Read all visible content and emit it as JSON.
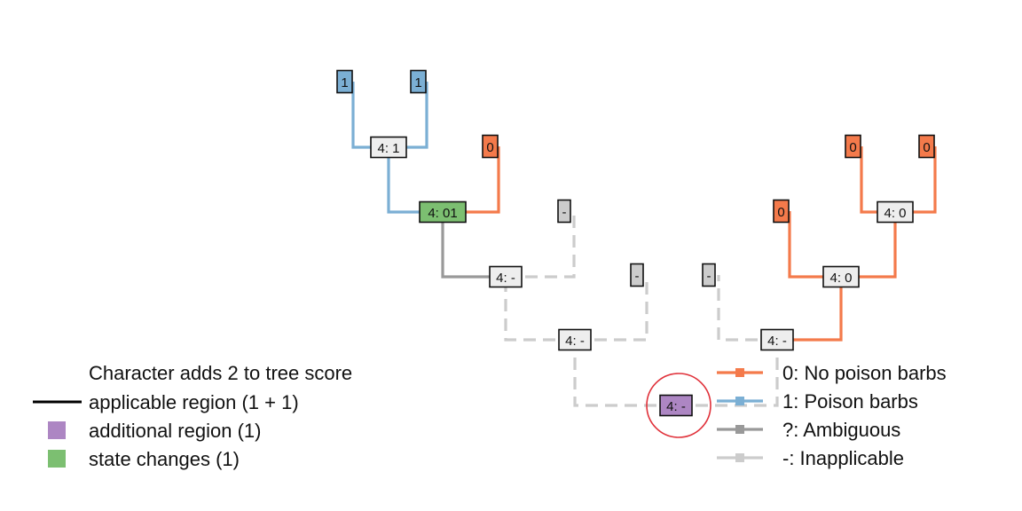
{
  "colors": {
    "state_0": "#F47A4B",
    "state_1": "#7BAFD4",
    "ambiguous": "#999999",
    "inapplicable": "#CCCCCC",
    "internal_fill": "#EEEEEE",
    "additional_region": "#AD86C3",
    "state_change": "#7CBF71",
    "highlight_ring": "#E0313A",
    "applicable_line": "#000000"
  },
  "tree": {
    "nodes": [
      {
        "id": "t1",
        "label": "1",
        "kind": "tip",
        "state": "1"
      },
      {
        "id": "t2",
        "label": "1",
        "kind": "tip",
        "state": "1"
      },
      {
        "id": "t3",
        "label": "0",
        "kind": "tip",
        "state": "0"
      },
      {
        "id": "t4",
        "label": "-",
        "kind": "tip",
        "state": "-"
      },
      {
        "id": "t5",
        "label": "-",
        "kind": "tip",
        "state": "-"
      },
      {
        "id": "t6",
        "label": "-",
        "kind": "tip",
        "state": "-"
      },
      {
        "id": "t7",
        "label": "0",
        "kind": "tip",
        "state": "0"
      },
      {
        "id": "t8",
        "label": "0",
        "kind": "tip",
        "state": "0"
      },
      {
        "id": "t9",
        "label": "0",
        "kind": "tip",
        "state": "0"
      },
      {
        "id": "n1",
        "label": "4: 1",
        "kind": "internal",
        "state": "1"
      },
      {
        "id": "n2",
        "label": "4: 01",
        "kind": "internal",
        "state": "?",
        "highlight": "state_change"
      },
      {
        "id": "n3",
        "label": "4: -",
        "kind": "internal",
        "state": "-"
      },
      {
        "id": "n4",
        "label": "4: -",
        "kind": "internal",
        "state": "-"
      },
      {
        "id": "n5",
        "label": "4: 0",
        "kind": "internal",
        "state": "0"
      },
      {
        "id": "n6",
        "label": "4: 0",
        "kind": "internal",
        "state": "0"
      },
      {
        "id": "n7",
        "label": "4: -",
        "kind": "internal",
        "state": "-"
      },
      {
        "id": "root",
        "label": "4: -",
        "kind": "internal",
        "state": "-",
        "highlight": "additional_region",
        "ringed": true
      }
    ],
    "edges": [
      {
        "parent": "n1",
        "child": "t1",
        "state": "1"
      },
      {
        "parent": "n1",
        "child": "t2",
        "state": "1"
      },
      {
        "parent": "n2",
        "child": "n1",
        "state": "1"
      },
      {
        "parent": "n2",
        "child": "t3",
        "state": "0"
      },
      {
        "parent": "n3",
        "child": "n2",
        "state": "?"
      },
      {
        "parent": "n3",
        "child": "t4",
        "state": "-"
      },
      {
        "parent": "n4",
        "child": "n3",
        "state": "-"
      },
      {
        "parent": "n4",
        "child": "t5",
        "state": "-"
      },
      {
        "parent": "n5",
        "child": "t8",
        "state": "0"
      },
      {
        "parent": "n5",
        "child": "t9",
        "state": "0"
      },
      {
        "parent": "n6",
        "child": "t7",
        "state": "0"
      },
      {
        "parent": "n6",
        "child": "n5",
        "state": "0"
      },
      {
        "parent": "n7",
        "child": "t6",
        "state": "-"
      },
      {
        "parent": "n7",
        "child": "n6",
        "state": "0"
      },
      {
        "parent": "root",
        "child": "n4",
        "state": "-"
      },
      {
        "parent": "root",
        "child": "n7",
        "state": "-"
      }
    ]
  },
  "legend_score": {
    "title": "Character adds 2 to tree score",
    "items": [
      {
        "label": "applicable region (1 + 1)",
        "symbol": "line",
        "color_key": "applicable_line"
      },
      {
        "label": "additional region (1)",
        "symbol": "square",
        "color_key": "additional_region"
      },
      {
        "label": "state changes (1)",
        "symbol": "square",
        "color_key": "state_change"
      }
    ]
  },
  "legend_states": {
    "items": [
      {
        "label": "0: No poison barbs",
        "color_key": "state_0"
      },
      {
        "label": "1: Poison barbs",
        "color_key": "state_1"
      },
      {
        "label": "?: Ambiguous",
        "color_key": "ambiguous"
      },
      {
        "label": "-: Inapplicable",
        "color_key": "inapplicable"
      }
    ]
  }
}
